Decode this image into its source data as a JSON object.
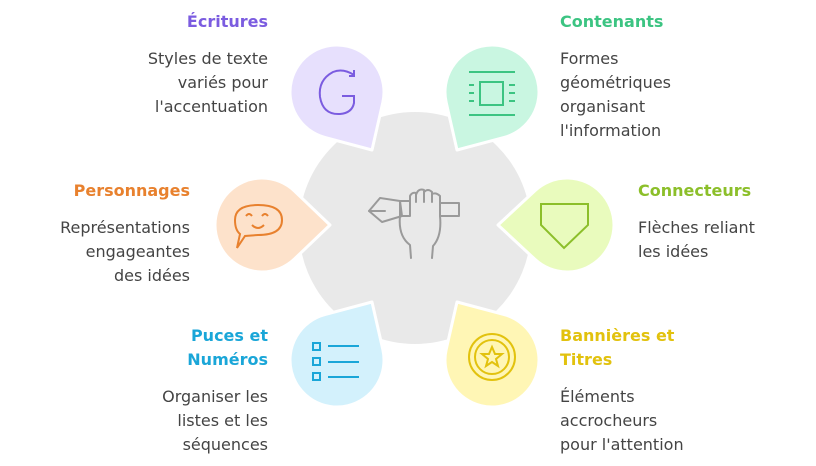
{
  "colors": {
    "center": "#e9e9e9",
    "hand": "#9a9a9a"
  },
  "items": [
    {
      "id": "ecritures",
      "title": "Écritures",
      "description": "Styles de texte\nvariés pour\nl'accentuation",
      "icon": "letter-g-icon",
      "fill": "#e7e0fd",
      "accent": "#7b5ce0"
    },
    {
      "id": "contenants",
      "title": "Contenants",
      "description": "Formes\ngéométriques\norganisant\nl'information",
      "icon": "layout-box-icon",
      "fill": "#c9f6e1",
      "accent": "#3cc482"
    },
    {
      "id": "personnages",
      "title": "Personnages",
      "description": "Représentations\nengageantes\ndes idées",
      "icon": "smiling-speech-bubble-icon",
      "fill": "#fde2cb",
      "accent": "#e8812e"
    },
    {
      "id": "connecteurs",
      "title": "Connecteurs",
      "description": "Flèches reliant\nles idées",
      "icon": "pentagon-arrow-icon",
      "fill": "#e9fbbd",
      "accent": "#8cbf2a"
    },
    {
      "id": "puces",
      "title": "Puces et\nNuméros",
      "description": "Organiser les\nlistes et les\nséquences",
      "icon": "bulleted-list-icon",
      "fill": "#d3f1fc",
      "accent": "#1aa6d8"
    },
    {
      "id": "bannieres",
      "title": "Bannières et\nTitres",
      "description": "Éléments\naccrocheurs\npour l'attention",
      "icon": "star-badge-icon",
      "fill": "#fff6b5",
      "accent": "#e2c20e"
    }
  ]
}
